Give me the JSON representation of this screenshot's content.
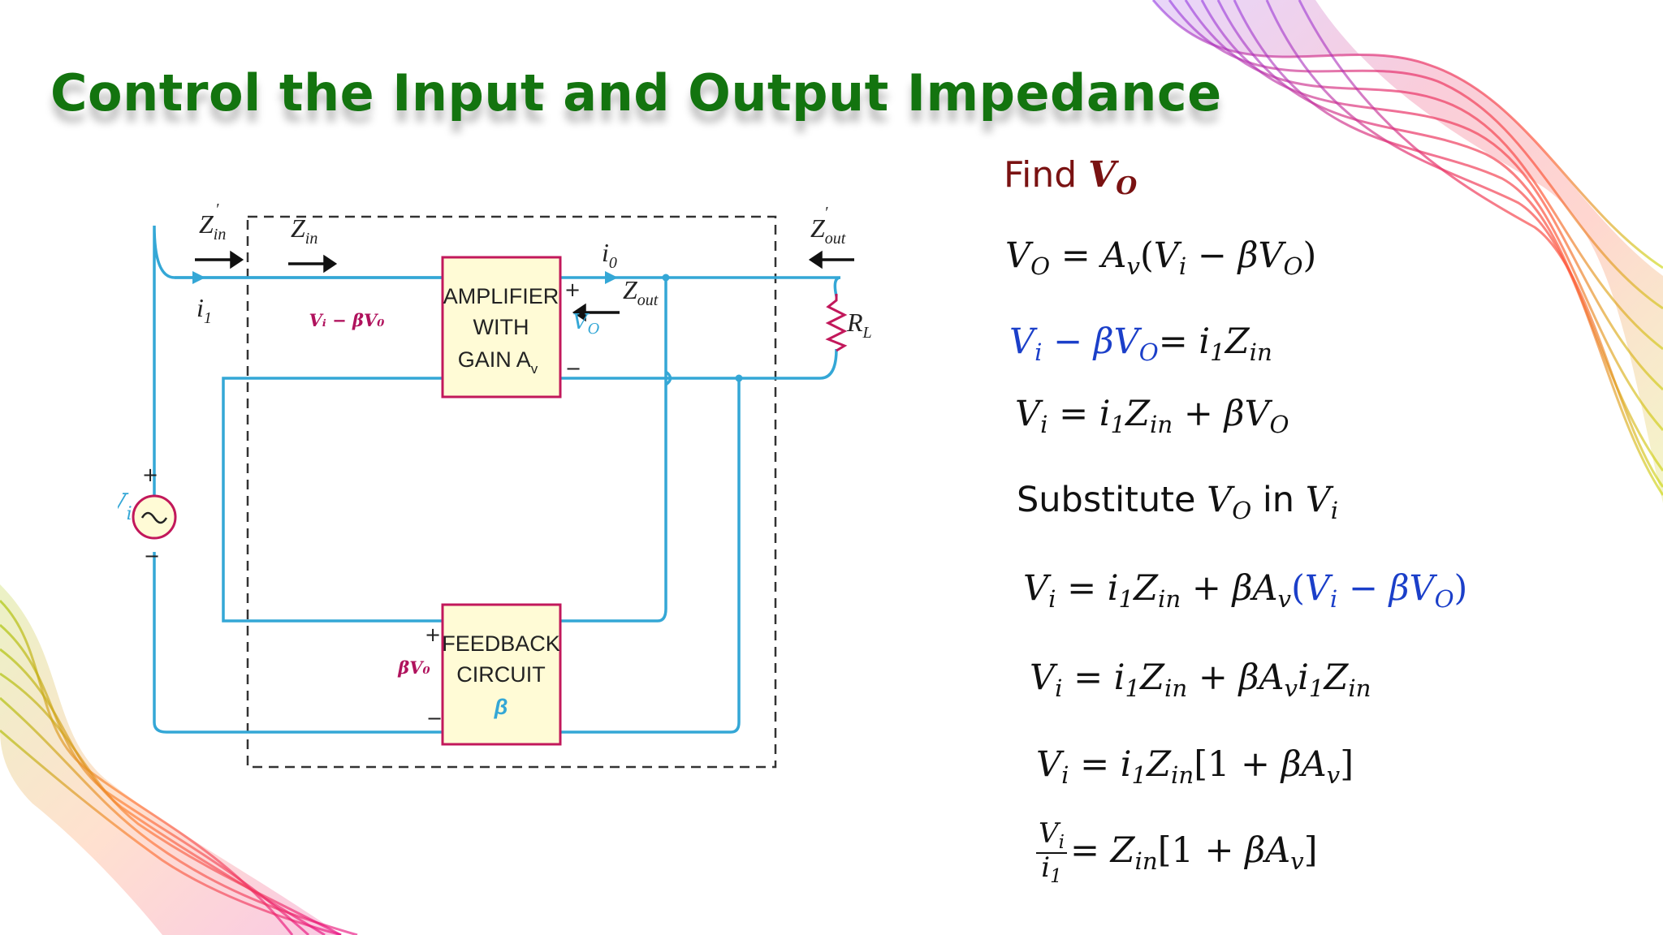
{
  "title": "Control the Input and Output Impedance",
  "circuit": {
    "zin_prime": "Z",
    "zin_prime_sub": "in",
    "zin": "Z",
    "zin_sub": "in",
    "i1": "i",
    "i1_sub": "1",
    "io": "i",
    "io_sub": "0",
    "zout": "Z",
    "zout_sub": "out",
    "zout_prime": "Z",
    "zout_prime_sub": "out",
    "rl": "R",
    "rl_sub": "L",
    "vi": "V",
    "vi_sub": "i",
    "vi_minus_bvo": "Vᵢ − βV₀",
    "vo": "V",
    "vo_sub": "O",
    "bvo": "βV₀",
    "amplifier": {
      "line1": "AMPLIFIER",
      "line2": "WITH",
      "line3": "GAIN A",
      "line3_sub": "v"
    },
    "feedback": {
      "line1": "FEEDBACK",
      "line2": "CIRCUIT",
      "line3": "β"
    },
    "plus": "+",
    "minus": "−",
    "colors": {
      "wire": "#34a7d6",
      "box_border": "#c2185b",
      "box_fill": "#fffbd6",
      "pink_label": "#b0125d"
    }
  },
  "find_heading": {
    "word": "Find",
    "var": "V",
    "var_sub": "O"
  },
  "equations": [
    "V_O = A_v(V_i − βV_O)",
    "V_i − βV_O = i_1Z_in",
    "V_i = i_1Z_in + βV_O",
    "Substitute V_O in V_i",
    "V_i = i_1Z_in + βA_v(V_i − βV_O)",
    "V_i = i_1Z_in + βA_vi_1Z_in",
    "V_i = i_1Z_in[1 + βA_v]",
    "V_i/i_1 = Z_in[1 + βA_v]"
  ]
}
